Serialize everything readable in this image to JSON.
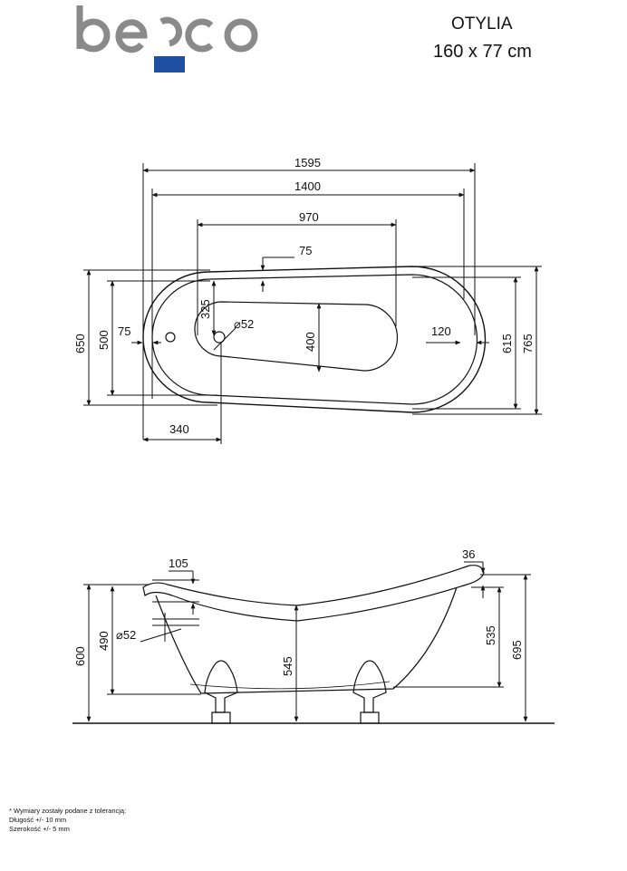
{
  "brand": {
    "name": "besco",
    "colors": {
      "grey": "#8a8a8a",
      "blue": "#1e4fa3"
    }
  },
  "model": {
    "name": "OTYLIA",
    "size": "160 x 77 cm"
  },
  "top_view": {
    "dims": {
      "overall_length": "1595",
      "inner_length": "1400",
      "basin_length": "970",
      "rim_offset": "75",
      "overall_width": "650",
      "inner_width": "500",
      "left_margin": "75",
      "drain_pos": "325",
      "drain_dia": "⌀52",
      "basin_width": "400",
      "right_margin": "120",
      "width_615": "615",
      "width_765": "765",
      "drain_from_end": "340"
    }
  },
  "side_view": {
    "dims": {
      "top_thick": "105",
      "rim_top": "36",
      "height_600": "600",
      "height_490": "490",
      "overflow_dia": "⌀52",
      "depth_545": "545",
      "height_535": "535",
      "height_695": "695"
    }
  },
  "notes": {
    "line1": "* Wymiary zostały podane z tolerancją:",
    "line2": "Długość +/- 10 mm",
    "line3": "Szerokość +/- 5 mm"
  }
}
